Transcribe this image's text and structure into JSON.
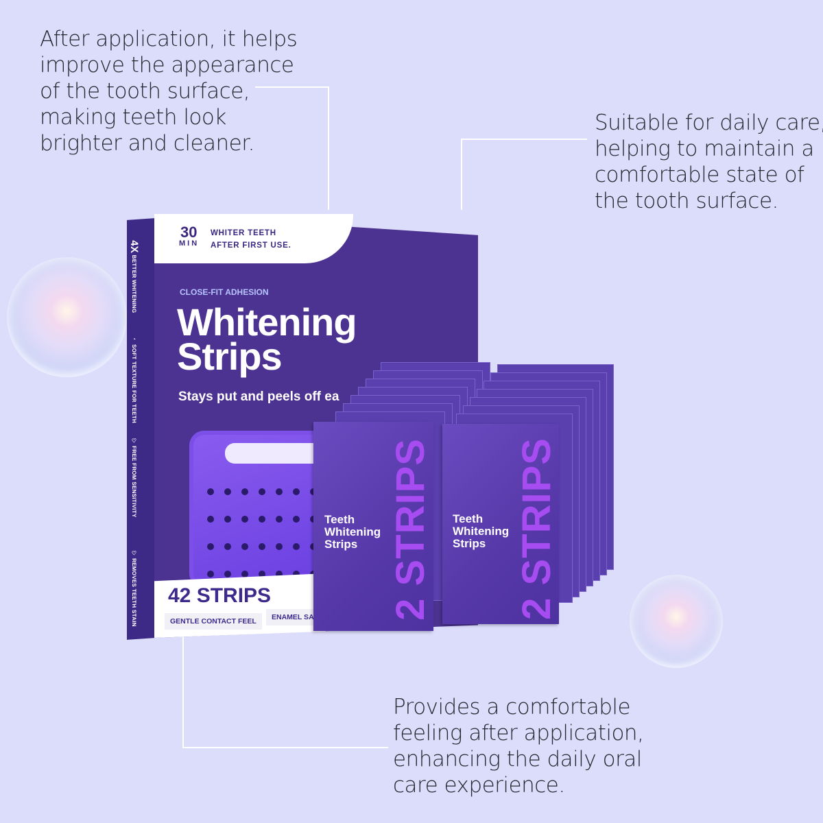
{
  "callouts": {
    "top_left": [
      "After application, it helps",
      "improve the appearance",
      "of the tooth surface,",
      "making teeth look",
      "brighter and cleaner."
    ],
    "right": [
      "Suitable for daily care,",
      "helping to maintain a",
      "comfortable state of",
      "the tooth surface."
    ],
    "bottom": [
      "Provides a comfortable",
      "feeling after application,",
      "enhancing the daily oral",
      "care experience."
    ]
  },
  "box": {
    "minutes": "30",
    "min_label": "MIN",
    "banner_line1": "WHITER TEETH",
    "banner_line2": "AFTER FIRST USE.",
    "tagline": "CLOSE-FIT ADHESION",
    "title_line1": "Whitening",
    "title_line2": "Strips",
    "subtitle": "Stays put and peels off ea",
    "count": "42 STRIPS",
    "badges": [
      "GENTLE CONTACT FEEL",
      "ENAMEL SAF"
    ],
    "side": [
      {
        "icon": "4X",
        "label": "BETTER WHITENING"
      },
      {
        "icon": "tooth-shield-icon",
        "label": "SOFT TEXTURE FOR TEETH"
      },
      {
        "icon": "tooth-icon",
        "label": "FREE FROM SENSITIVITY"
      },
      {
        "icon": "tooth-sparkle-icon",
        "label": "REMOVES TEETH STAIN"
      }
    ]
  },
  "pouches": [
    {
      "name": "Teeth Whitening Strips",
      "count": "2 STRIPS"
    },
    {
      "name": "Teeth Whitening Strips",
      "count": "2 STRIPS"
    }
  ],
  "colors": {
    "background": "#dcdcfb",
    "box": "#4c3391",
    "accent": "#a64cf0"
  }
}
